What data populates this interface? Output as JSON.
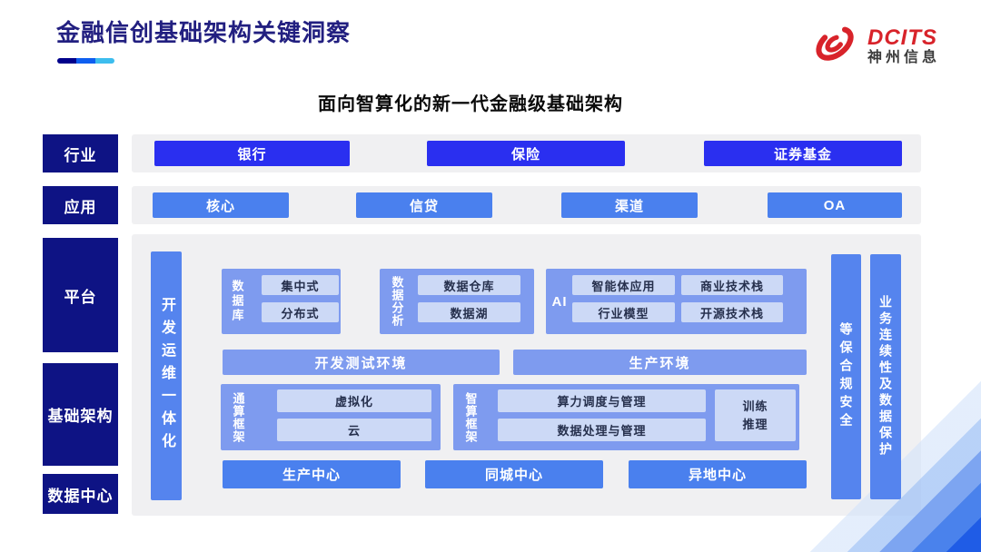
{
  "header": {
    "title": "金融信创基础架构关键洞察",
    "logo": {
      "brand": "DCITS",
      "company": "神州信息"
    }
  },
  "subtitle": "面向智算化的新一代金融级基础架构",
  "industry_row": {
    "label": "行业",
    "items": [
      "银行",
      "保险",
      "证券基金"
    ]
  },
  "application_row": {
    "label": "应用",
    "items": [
      "核心",
      "信贷",
      "渠道",
      "OA"
    ]
  },
  "layer_labels": {
    "platform": "平台",
    "infrastructure": "基础架构",
    "datacenter": "数据中心"
  },
  "platform": {
    "devops_bar": "开发运维一体化",
    "database": {
      "label": "数据库",
      "items": [
        "集中式",
        "分布式"
      ]
    },
    "analytics": {
      "label": "数据分析",
      "items": [
        "数据仓库",
        "数据湖"
      ]
    },
    "ai": {
      "label": "AI",
      "items": [
        "智能体应用",
        "商业技术栈",
        "行业模型",
        "开源技术栈"
      ]
    },
    "environments": [
      "开发测试环境",
      "生产环境"
    ],
    "general_compute": {
      "label": "通算框架",
      "items": [
        "虚拟化",
        "云"
      ]
    },
    "ai_compute": {
      "label": "智算框架",
      "items": [
        "算力调度与管理",
        "数据处理与管理"
      ],
      "side_item": "训练\n推理"
    },
    "centers": [
      "生产中心",
      "同城中心",
      "异地中心"
    ],
    "security_bar": "等保合规安全",
    "continuity_bar": "业务连续性及数据保护"
  },
  "colors": {
    "title_navy": "#221f80",
    "label_navy": "#0e1384",
    "industry_blue": "#2a2ff0",
    "app_blue": "#4a80ee",
    "section_blue": "#7e9bef",
    "vertical_bar_blue": "#5584ee",
    "item_light_blue": "#ccd9f6",
    "panel_gray": "#f0f0f2",
    "logo_red": "#d8232a",
    "underline_segments": [
      "#00008b",
      "#0e5ef0",
      "#3dbdee"
    ],
    "corner_gradient": [
      "#d5e4fa",
      "#a6c6f6",
      "#7da5f1",
      "#4a82ec",
      "#1f5ce6"
    ]
  }
}
